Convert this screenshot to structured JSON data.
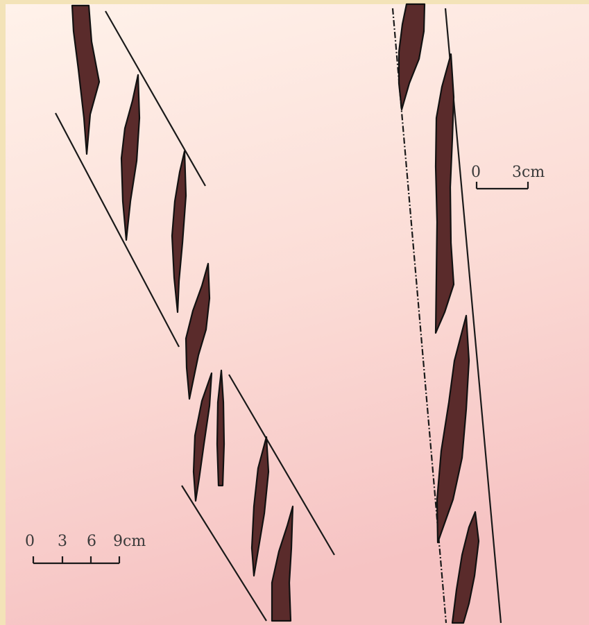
{
  "figure": {
    "left_panel": {
      "scale_bar": {
        "ticks": [
          "0",
          "3",
          "6",
          "9cm"
        ]
      }
    },
    "right_panel": {
      "scale_bar": {
        "ticks": [
          "0",
          "3cm"
        ]
      }
    },
    "colors": {
      "background_top": "#fff1e6",
      "background_bottom": "#f7c9c9",
      "frame": "#f3e3b8",
      "vein_fill": "#5a2b2b",
      "outline": "#111111"
    }
  }
}
